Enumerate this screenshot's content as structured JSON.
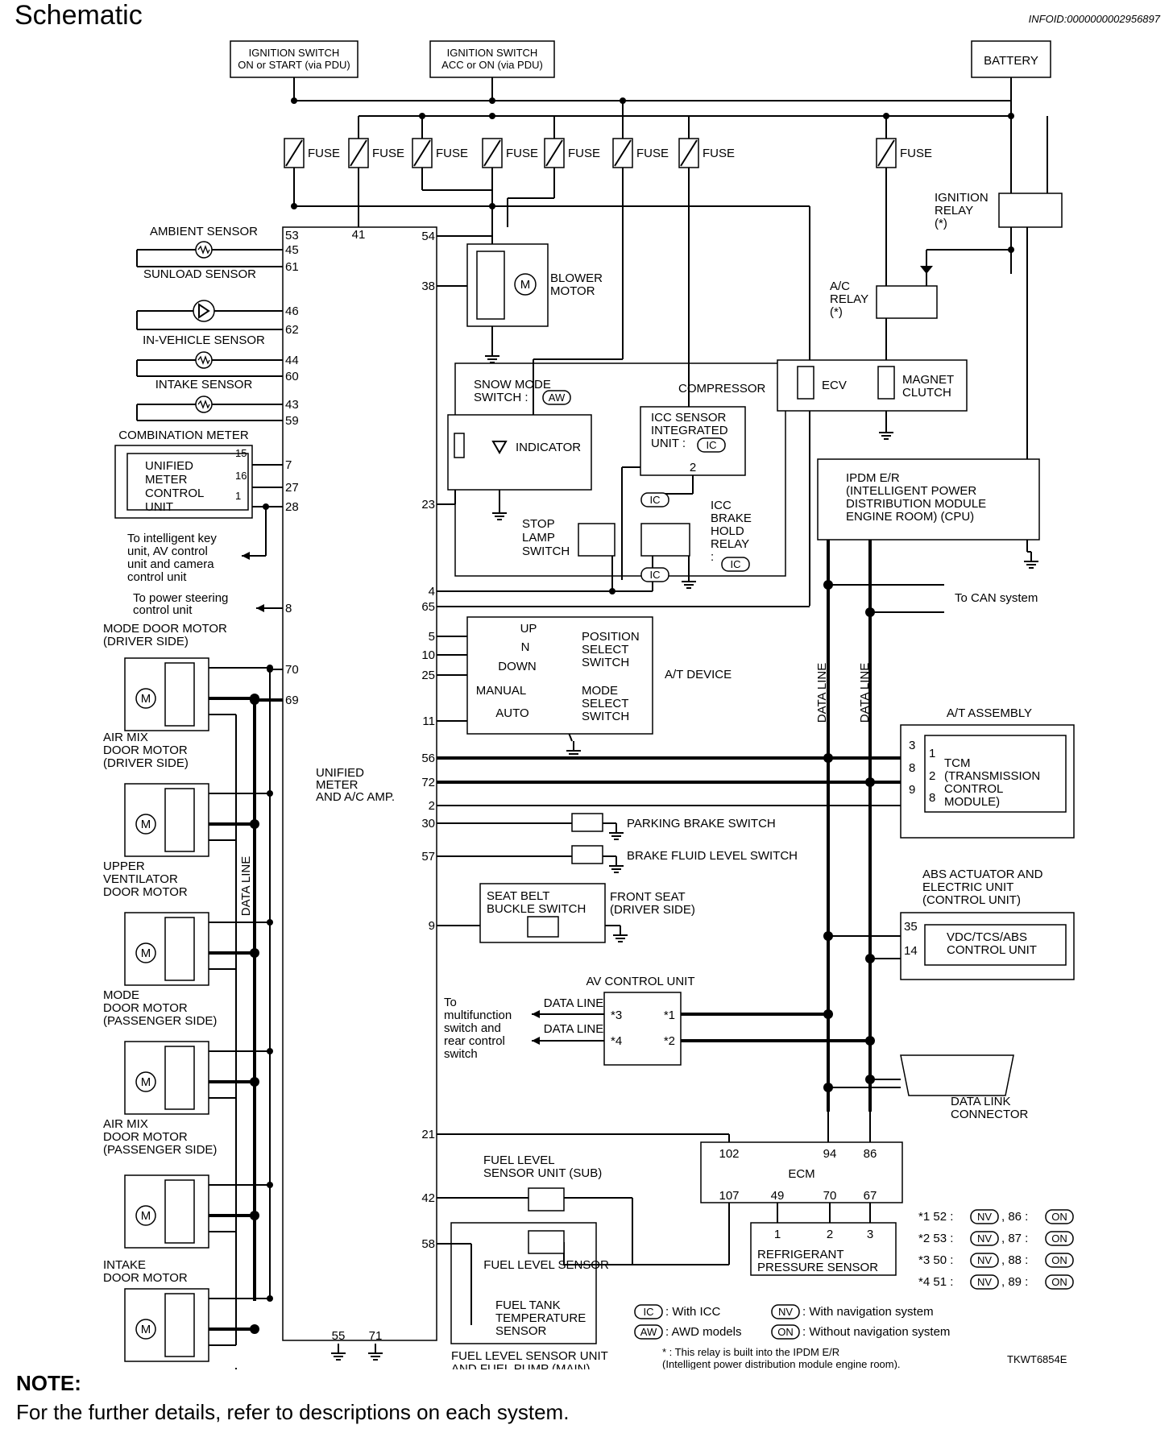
{
  "page": {
    "title": "Schematic",
    "infoid": "INFOID:0000000002956897"
  },
  "power": {
    "ign_on": [
      "IGNITION SWITCH",
      "ON or START (via PDU)"
    ],
    "ign_acc": [
      "IGNITION SWITCH",
      "ACC or ON (via PDU)"
    ],
    "battery": "BATTERY",
    "fuse": "FUSE",
    "ign_relay": [
      "IGNITION",
      "RELAY",
      "(*)"
    ],
    "ac_relay": [
      "A/C",
      "RELAY",
      "(*)"
    ]
  },
  "sensors": {
    "ambient": "AMBIENT SENSOR",
    "sunload": "SUNLOAD SENSOR",
    "in_vehicle": "IN-VEHICLE SENSOR",
    "intake": "INTAKE SENSOR"
  },
  "combination_meter": {
    "title": "COMBINATION METER",
    "unit": [
      "UNIFIED",
      "METER",
      "CONTROL",
      "UNIT"
    ],
    "pins": [
      "15",
      "16",
      "1"
    ]
  },
  "notes_left": {
    "intelligent_key": [
      "To intelligent key",
      "unit, AV control",
      "unit and camera",
      "control unit"
    ],
    "power_steering": [
      "To power steering",
      "control unit"
    ]
  },
  "motors": [
    [
      "MODE DOOR MOTOR",
      "(DRIVER SIDE)"
    ],
    [
      "AIR MIX",
      "DOOR MOTOR",
      "(DRIVER SIDE)"
    ],
    [
      "UPPER",
      "VENTILATOR",
      "DOOR MOTOR"
    ],
    [
      "MODE",
      "DOOR MOTOR",
      "(PASSENGER SIDE)"
    ],
    [
      "AIR MIX",
      "DOOR MOTOR",
      "(PASSENGER SIDE)"
    ],
    [
      "INTAKE",
      "DOOR MOTOR"
    ]
  ],
  "amp": {
    "label": [
      "UNIFIED",
      "METER",
      "AND A/C AMP."
    ],
    "left_pins": [
      "53",
      "45",
      "61",
      "46",
      "62",
      "44",
      "60",
      "43",
      "59",
      "7",
      "27",
      "28",
      "8",
      "70",
      "69"
    ],
    "top_pins": [
      "41"
    ],
    "right_pins": [
      "54",
      "38",
      "23",
      "4",
      "65",
      "5",
      "10",
      "25",
      "11",
      "56",
      "72",
      "2",
      "30",
      "57",
      "9",
      "21",
      "42",
      "58"
    ],
    "bottom_pins": [
      "55",
      "71"
    ]
  },
  "components": {
    "blower": [
      "BLOWER",
      "MOTOR"
    ],
    "snow_mode": [
      "SNOW MODE",
      "SWITCH :"
    ],
    "indicator": "INDICATOR",
    "icc_sensor": [
      "ICC SENSOR",
      "INTEGRATED",
      "UNIT :"
    ],
    "icc_pin": "2",
    "stop_lamp": [
      "STOP",
      "LAMP",
      "SWITCH"
    ],
    "icc_brake": [
      "ICC",
      "BRAKE",
      "HOLD",
      "RELAY",
      ":"
    ],
    "compressor": "COMPRESSOR",
    "ecv": "ECV",
    "magnet_clutch": [
      "MAGNET",
      "CLUTCH"
    ],
    "ipdm": [
      "IPDM E/R",
      "(INTELLIGENT POWER",
      "DISTRIBUTION MODULE",
      "ENGINE ROOM) (CPU)"
    ],
    "can": "To CAN system",
    "data_line": "DATA LINE",
    "at_device": "A/T DEVICE",
    "at_positions": [
      "UP",
      "N",
      "DOWN",
      "MANUAL",
      "AUTO"
    ],
    "position_switch": [
      "POSITION",
      "SELECT",
      "SWITCH"
    ],
    "mode_switch": [
      "MODE",
      "SELECT",
      "SWITCH"
    ],
    "at_assembly": "A/T ASSEMBLY",
    "tcm": [
      "TCM",
      "(TRANSMISSION",
      "CONTROL",
      "MODULE)"
    ],
    "tcm_pins_outer": [
      "3",
      "8",
      "9"
    ],
    "tcm_pins_inner": [
      "1",
      "2",
      "8"
    ],
    "parking_brake": "PARKING BRAKE SWITCH",
    "brake_fluid": "BRAKE FLUID LEVEL SWITCH",
    "seat_belt": [
      "SEAT BELT",
      "BUCKLE SWITCH"
    ],
    "front_seat": [
      "FRONT SEAT",
      "(DRIVER SIDE)"
    ],
    "abs": [
      "ABS ACTUATOR AND",
      "ELECTRIC UNIT",
      "(CONTROL UNIT)"
    ],
    "vdc": [
      "VDC/TCS/ABS",
      "CONTROL UNIT"
    ],
    "abs_pins": [
      "35",
      "14"
    ],
    "av_control": "AV CONTROL UNIT",
    "av_pins": [
      "*3",
      "*4",
      "*1",
      "*2"
    ],
    "multifunction": [
      "To",
      "multifunction",
      "switch and",
      "rear control",
      "switch"
    ],
    "dlc": [
      "DATA LINK",
      "CONNECTOR"
    ],
    "ecm": "ECM",
    "ecm_top_pins": [
      "102",
      "94",
      "86"
    ],
    "ecm_bottom_pins": [
      "107",
      "49",
      "70",
      "67"
    ],
    "refrigerant": [
      "REFRIGERANT",
      "PRESSURE SENSOR"
    ],
    "refrig_pins": [
      "1",
      "2",
      "3"
    ],
    "fuel_sub": [
      "FUEL LEVEL",
      "SENSOR UNIT (SUB)"
    ],
    "fuel_sensor": "FUEL LEVEL SENSOR",
    "fuel_temp": [
      "FUEL TANK",
      "TEMPERATURE",
      "SENSOR"
    ],
    "fuel_main": [
      "FUEL LEVEL SENSOR UNIT",
      "AND FUEL PUMP (MAIN)"
    ]
  },
  "legend": {
    "star_notes": [
      [
        "*1",
        "52 :",
        "NV",
        ", 86 :",
        "ON"
      ],
      [
        "*2",
        "53 :",
        "NV",
        ", 87 :",
        "ON"
      ],
      [
        "*3",
        "50 :",
        "NV",
        ", 88 :",
        "ON"
      ],
      [
        "*4",
        "51 :",
        "NV",
        ", 89 :",
        "ON"
      ]
    ],
    "codes": [
      [
        "IC",
        ": With ICC"
      ],
      [
        "NV",
        ": With navigation system"
      ],
      [
        "AW",
        ": AWD models"
      ],
      [
        "ON",
        ": Without navigation system"
      ]
    ],
    "relay_note": [
      "* : This relay is built into the IPDM E/R",
      "(Intelligent power distribution module engine room)."
    ],
    "code": "TKWT6854E"
  },
  "note": {
    "heading": "NOTE:",
    "text": "For the further details, refer to descriptions on each system."
  }
}
